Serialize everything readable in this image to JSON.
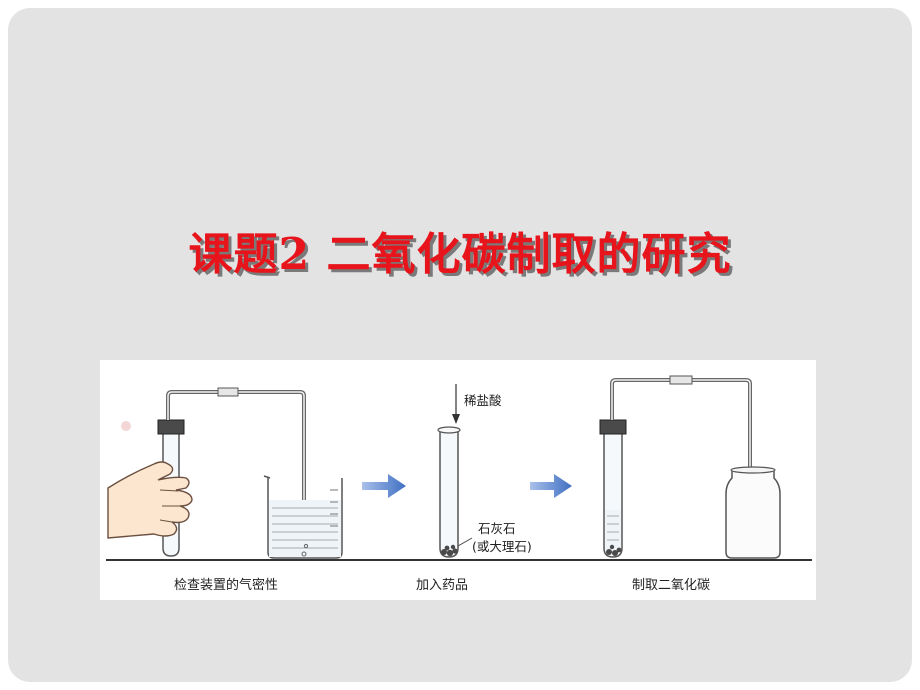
{
  "slide": {
    "title": "课题2  二氧化碳制取的研究"
  },
  "figure": {
    "captions": {
      "step1": "检查装置的气密性",
      "step2": "加入药品",
      "step3": "制取二氧化碳"
    },
    "labels": {
      "acid": "稀盐酸",
      "solid": "石灰石",
      "solid_alt": "(或大理石)"
    },
    "icons": [
      "hand-icon",
      "arrow-icon"
    ],
    "colors": {
      "title": "#e8141b",
      "arrow": "#3f6fc2",
      "stopper": "#4a4a4a"
    }
  }
}
